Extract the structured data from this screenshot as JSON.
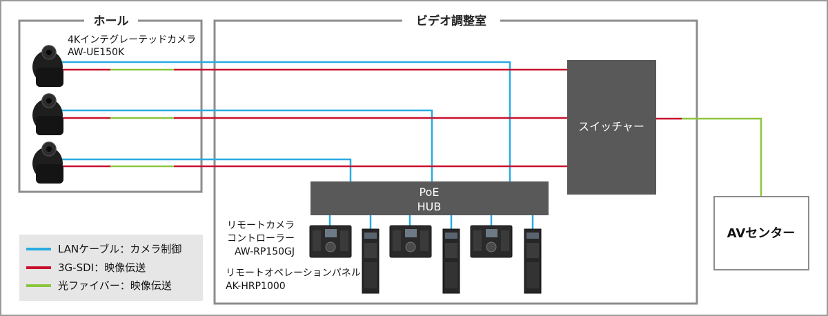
{
  "hall": {
    "title": "ホール"
  },
  "control_room": {
    "title": "ビデオ調整室"
  },
  "camera": {
    "caption_line1": "4Kインテグレーテッドカメラ",
    "caption_line2": "AW-UE150K"
  },
  "switcher": {
    "label": "スイッチャー"
  },
  "hub": {
    "label_line1": "PoE",
    "label_line2": "HUB"
  },
  "av_center": {
    "label": "AVセンター"
  },
  "remote_controller": {
    "caption_line1": "リモートカメラ",
    "caption_line2": "コントローラー",
    "caption_line3": "AW-RP150GJ"
  },
  "remote_panel": {
    "caption_line1": "リモートオペレーションパネル",
    "caption_line2": "AK-HRP1000"
  },
  "legend": {
    "items": [
      {
        "label": "LANケーブル：カメラ制御",
        "color": "#29abe2"
      },
      {
        "label": "3G-SDI：映像伝送",
        "color": "#c8102e"
      },
      {
        "label": "光ファイバー：映像伝送",
        "color": "#8cc63f"
      }
    ]
  },
  "colors": {
    "lan": "#29abe2",
    "sdi": "#c8102e",
    "fiber": "#8cc63f",
    "box_fill": "#595959",
    "frame": "#8c8c8c"
  }
}
